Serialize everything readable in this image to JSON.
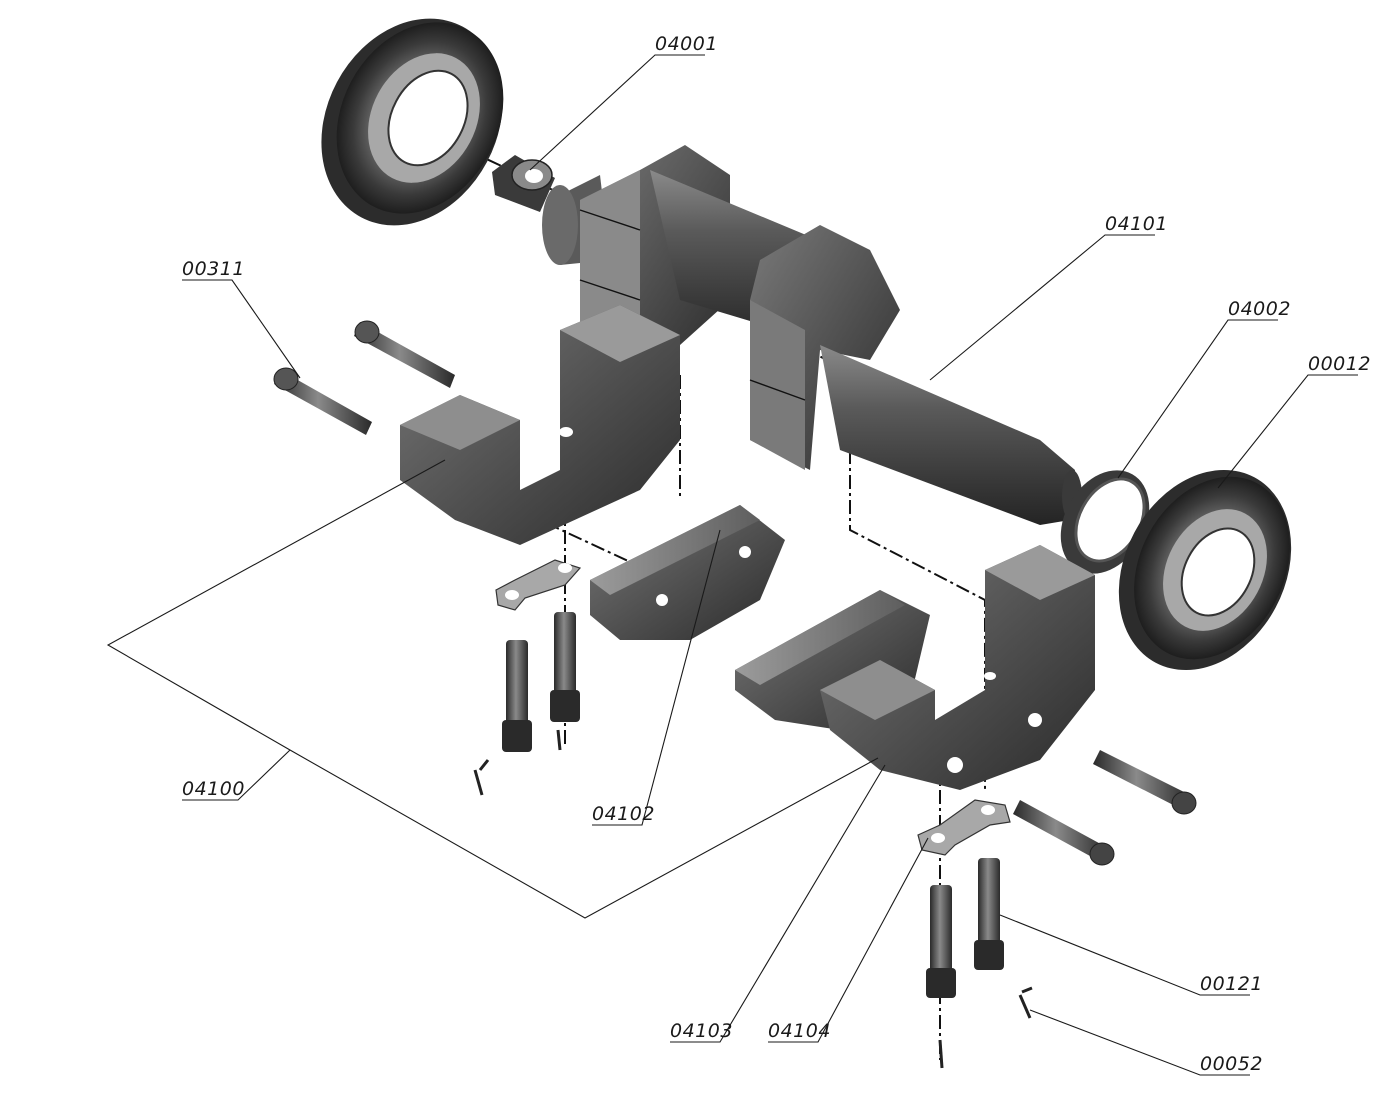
{
  "colors": {
    "body": "#4a4a4a",
    "dark": "#2a2a2a",
    "mid": "#6e6e6e",
    "light": "#9a9a9a",
    "line": "#1a1a1a",
    "paper": "#ffffff"
  },
  "callouts": [
    {
      "id": "04001",
      "text": "04001"
    },
    {
      "id": "04101",
      "text": "04101"
    },
    {
      "id": "00311",
      "text": "00311"
    },
    {
      "id": "04002",
      "text": "04002"
    },
    {
      "id": "00012",
      "text": "00012"
    },
    {
      "id": "04100",
      "text": "04100"
    },
    {
      "id": "04102",
      "text": "04102"
    },
    {
      "id": "00121",
      "text": "00121"
    },
    {
      "id": "04103",
      "text": "04103"
    },
    {
      "id": "04104",
      "text": "04104"
    },
    {
      "id": "00052",
      "text": "00052"
    }
  ]
}
